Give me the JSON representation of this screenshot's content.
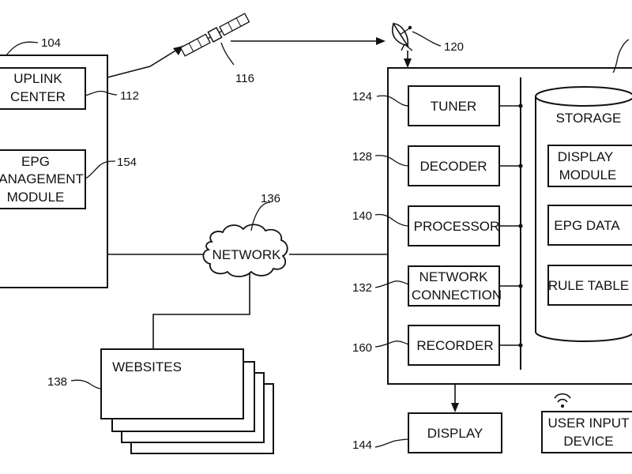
{
  "headend": {
    "ref": "104",
    "uplink": {
      "line1": "UPLINK",
      "line2": "CENTER",
      "ref": "112"
    },
    "epg_mgmt": {
      "line1": "EPG",
      "line2": "MANAGEMENT",
      "line3": "MODULE",
      "ref": "154"
    }
  },
  "satellite": {
    "ref": "116"
  },
  "dish": {
    "ref": "120"
  },
  "network": {
    "label": "NETWORK",
    "ref": "136"
  },
  "websites": {
    "label": "WEBSITES",
    "ref": "138"
  },
  "receiver": {
    "tuner": {
      "label": "TUNER",
      "ref": "124"
    },
    "decoder": {
      "label": "DECODER",
      "ref": "128"
    },
    "processor": {
      "label": "PROCESSOR",
      "ref": "140"
    },
    "network_connection": {
      "line1": "NETWORK",
      "line2": "CONNECTION",
      "ref": "132"
    },
    "recorder": {
      "label": "RECORDER",
      "ref": "160"
    },
    "storage": {
      "label": "STORAGE",
      "display_module": {
        "line1": "DISPLAY",
        "line2": "MODULE"
      },
      "epg_data": "EPG DATA",
      "rule_table": "RULE TABLE"
    }
  },
  "display": {
    "label": "DISPLAY",
    "ref": "144"
  },
  "user_input": {
    "line1": "USER INPUT",
    "line2": "DEVICE"
  },
  "icons": [
    "satellite-icon",
    "satellite-dish-icon",
    "wireless-signal-icon",
    "cloud-icon"
  ]
}
